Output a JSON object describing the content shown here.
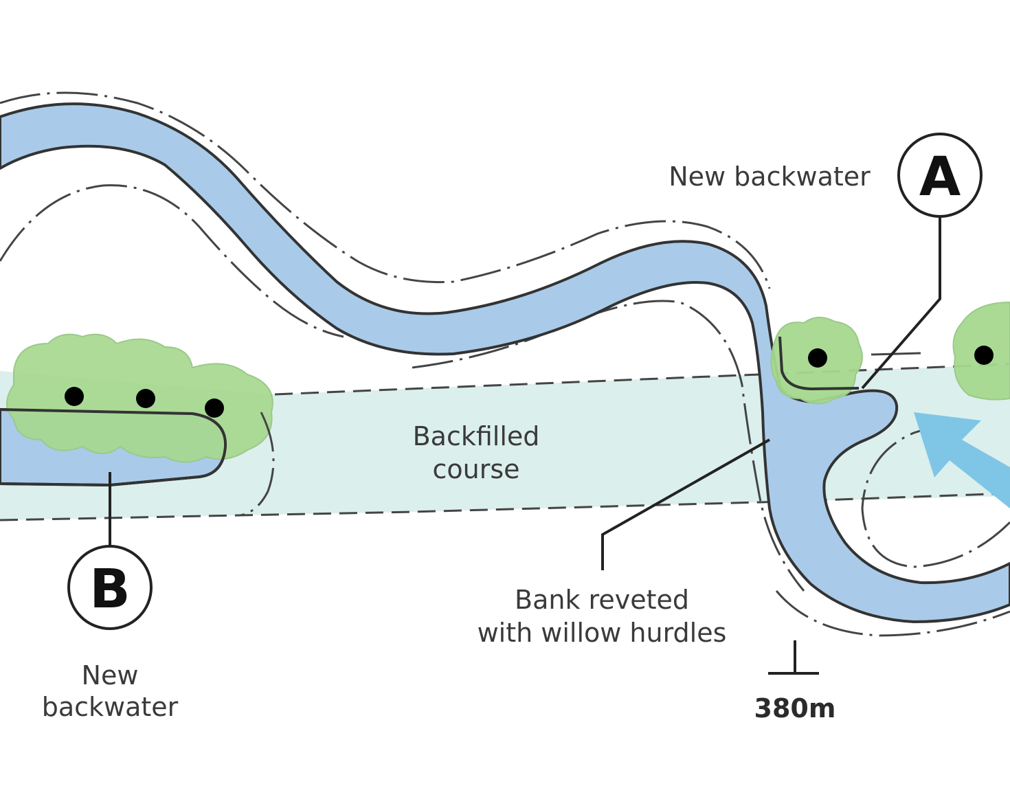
{
  "labels": {
    "new_backwater_top": "New backwater",
    "backfilled_line1": "Backfilled",
    "backfilled_line2": "course",
    "bank_line1": "Bank reveted",
    "bank_line2": "with willow hurdles",
    "new_backwater_bottom_line1": "New",
    "new_backwater_bottom_line2": "backwater",
    "callout_a": "A",
    "callout_b": "B",
    "scale": "380m"
  },
  "colors": {
    "river": "#a9cbe9",
    "backfill": "#dbefec",
    "vegetation": "#a7d88f",
    "flow_arrow": "#7fc6e6",
    "outline": "#333333"
  }
}
